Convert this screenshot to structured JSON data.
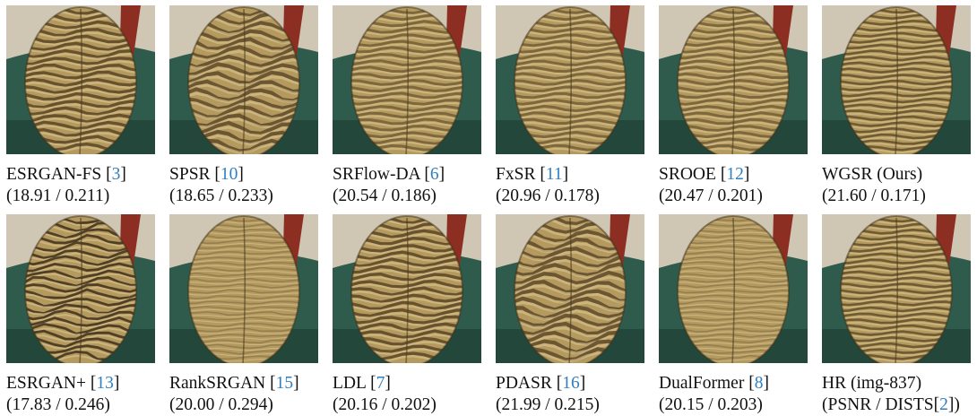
{
  "image_id": "img-837",
  "panels": [
    {
      "method": "ESRGAN-FS",
      "ref": "3",
      "psnr": "18.91",
      "dists": "0.211",
      "style": "wavy-dark"
    },
    {
      "method": "SPSR",
      "ref": "10",
      "psnr": "18.65",
      "dists": "0.233",
      "style": "wavy-wide"
    },
    {
      "method": "SRFlow-DA",
      "ref": "6",
      "psnr": "20.54",
      "dists": "0.186",
      "style": "smooth"
    },
    {
      "method": "FxSR",
      "ref": "11",
      "psnr": "20.96",
      "dists": "0.178",
      "style": "smooth"
    },
    {
      "method": "SROOE",
      "ref": "12",
      "psnr": "20.47",
      "dists": "0.201",
      "style": "smooth"
    },
    {
      "method": "WGSR (Ours)",
      "ref": "",
      "psnr": "21.60",
      "dists": "0.171",
      "style": "woven"
    },
    {
      "method": "ESRGAN+",
      "ref": "13",
      "psnr": "17.83",
      "dists": "0.246",
      "style": "noisy"
    },
    {
      "method": "RankSRGAN",
      "ref": "15",
      "psnr": "20.00",
      "dists": "0.294",
      "style": "flat"
    },
    {
      "method": "LDL",
      "ref": "7",
      "psnr": "20.16",
      "dists": "0.202",
      "style": "wavy-dark"
    },
    {
      "method": "PDASR",
      "ref": "16",
      "psnr": "21.99",
      "dists": "0.215",
      "style": "wavy-wide"
    },
    {
      "method": "DualFormer",
      "ref": "8",
      "psnr": "20.15",
      "dists": "0.203",
      "style": "flat"
    },
    {
      "method": "HR",
      "ref": "",
      "psnr": "",
      "dists": "",
      "style": "woven",
      "is_hr": true,
      "line2_prefix": "(PSNR / DISTS",
      "line2_ref": "2",
      "line2_suffix": "])"
    }
  ],
  "colors": {
    "background_green": "#2f5b4d",
    "basket_light": "#d6c08a",
    "basket_mid": "#b59a5f",
    "basket_dark": "#5a4526",
    "red_strap": "#8c2e22",
    "wall": "#cfc7b4",
    "ref_link": "#2f7fc1"
  }
}
